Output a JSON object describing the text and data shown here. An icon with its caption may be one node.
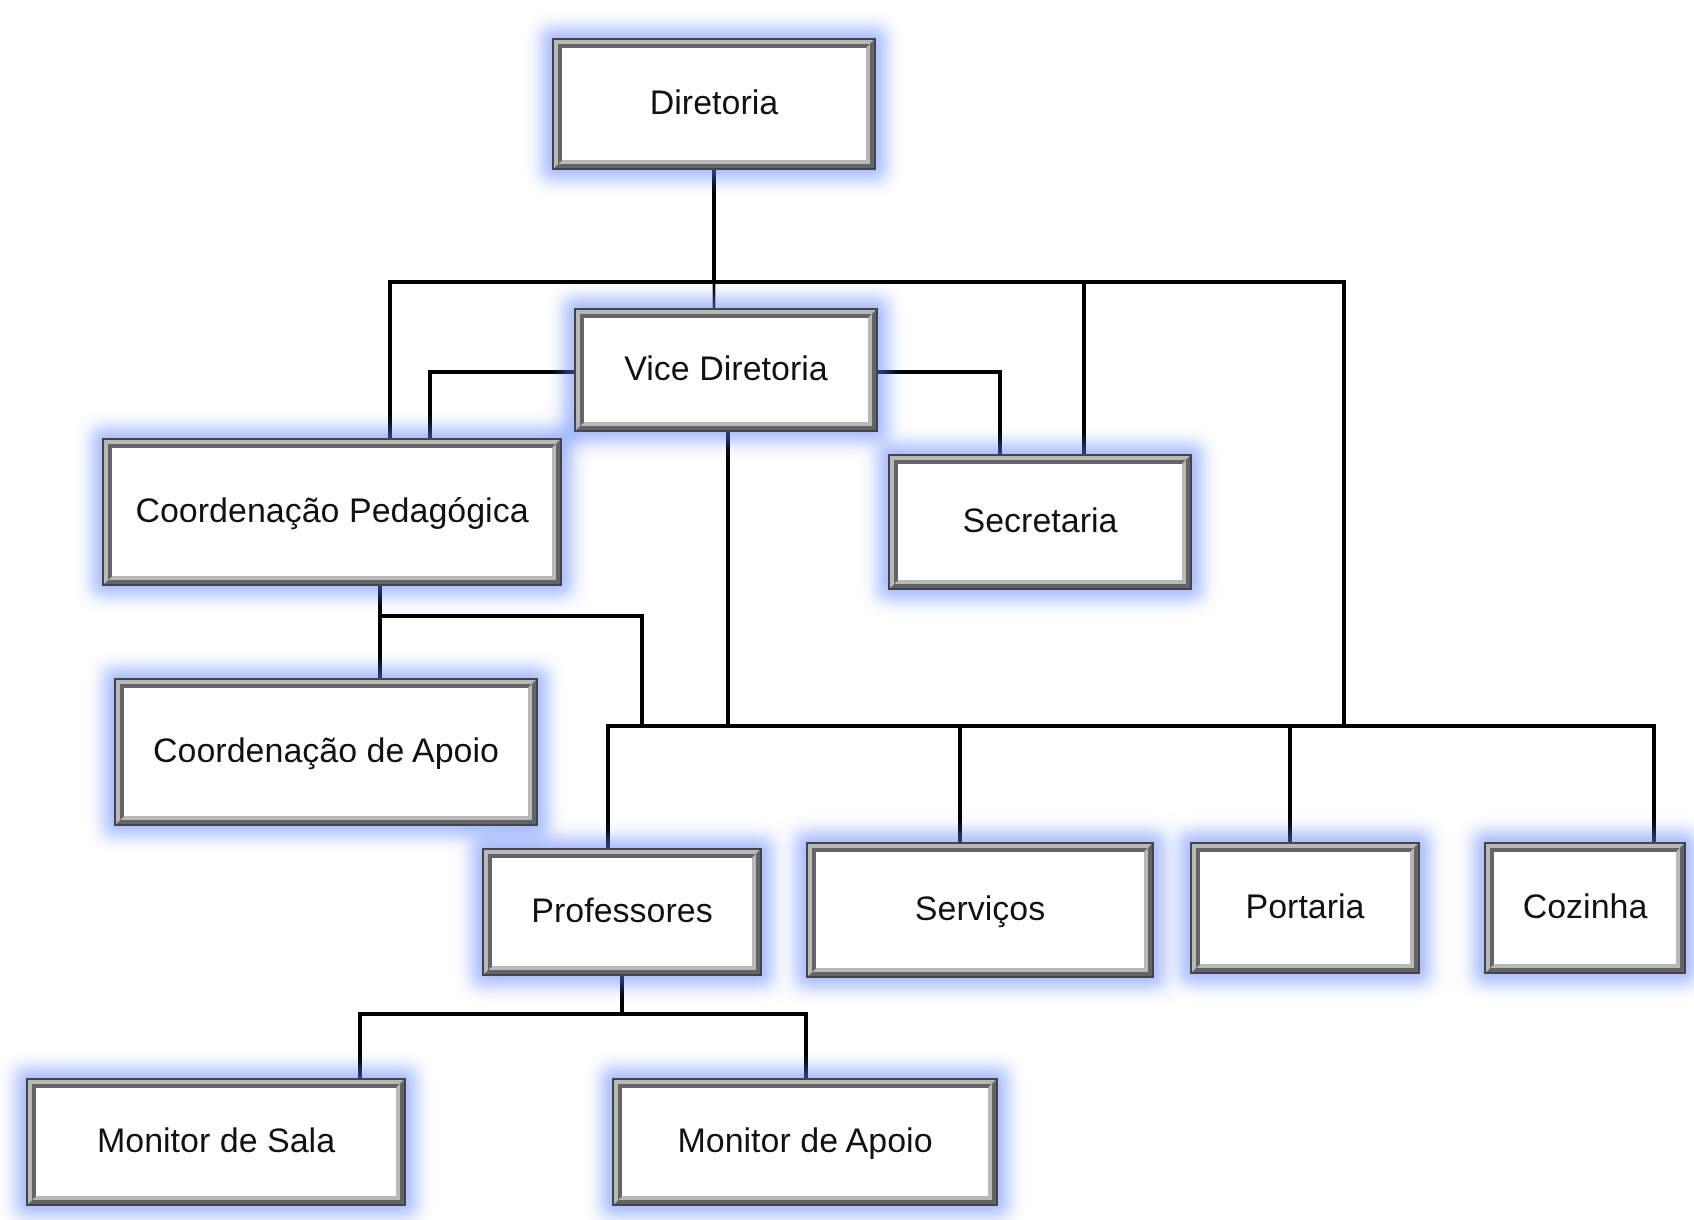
{
  "diagram": {
    "nodes": [
      {
        "text": [
          "Diretoria"
        ]
      },
      {
        "text": [
          "Vice Diretoria"
        ]
      },
      {
        "text": [
          "Coordenação Pedagógica"
        ]
      },
      {
        "text": [
          "Secretaria"
        ]
      },
      {
        "text": [
          "Coordenação de Apoio"
        ]
      },
      {
        "text": [
          "Professores"
        ]
      },
      {
        "text": [
          "Serviços"
        ]
      },
      {
        "text": [
          "Portaria"
        ]
      },
      {
        "text": [
          "Cozinha"
        ]
      },
      {
        "text": [
          "Monitor de Sala"
        ]
      },
      {
        "text": [
          "Monitor de Apoio"
        ]
      }
    ],
    "edges": [
      {
        "from": 0,
        "to": 1,
        "arrow": "none"
      },
      {
        "from": 0,
        "to": 2,
        "arrow": "none"
      },
      {
        "from": 0,
        "to": 3,
        "arrow": "none"
      },
      {
        "from": 0,
        "to": 5,
        "arrow": "none"
      },
      {
        "from": 0,
        "to": 6,
        "arrow": "none"
      },
      {
        "from": 0,
        "to": 7,
        "arrow": "none"
      },
      {
        "from": 0,
        "to": 8,
        "arrow": "none"
      },
      {
        "from": 1,
        "to": 2,
        "arrow": "none"
      },
      {
        "from": 1,
        "to": 3,
        "arrow": "none"
      },
      {
        "from": 1,
        "to": 5,
        "arrow": "none"
      },
      {
        "from": 1,
        "to": 6,
        "arrow": "none"
      },
      {
        "from": 1,
        "to": 7,
        "arrow": "none"
      },
      {
        "from": 1,
        "to": 8,
        "arrow": "none"
      },
      {
        "from": 2,
        "to": 4,
        "arrow": "none"
      },
      {
        "from": 2,
        "to": 5,
        "arrow": "none"
      },
      {
        "from": 2,
        "to": 6,
        "arrow": "none"
      },
      {
        "from": 2,
        "to": 7,
        "arrow": "none"
      },
      {
        "from": 2,
        "to": 8,
        "arrow": "none"
      },
      {
        "from": 5,
        "to": 9,
        "arrow": "none"
      },
      {
        "from": 5,
        "to": 10,
        "arrow": "none"
      }
    ]
  }
}
